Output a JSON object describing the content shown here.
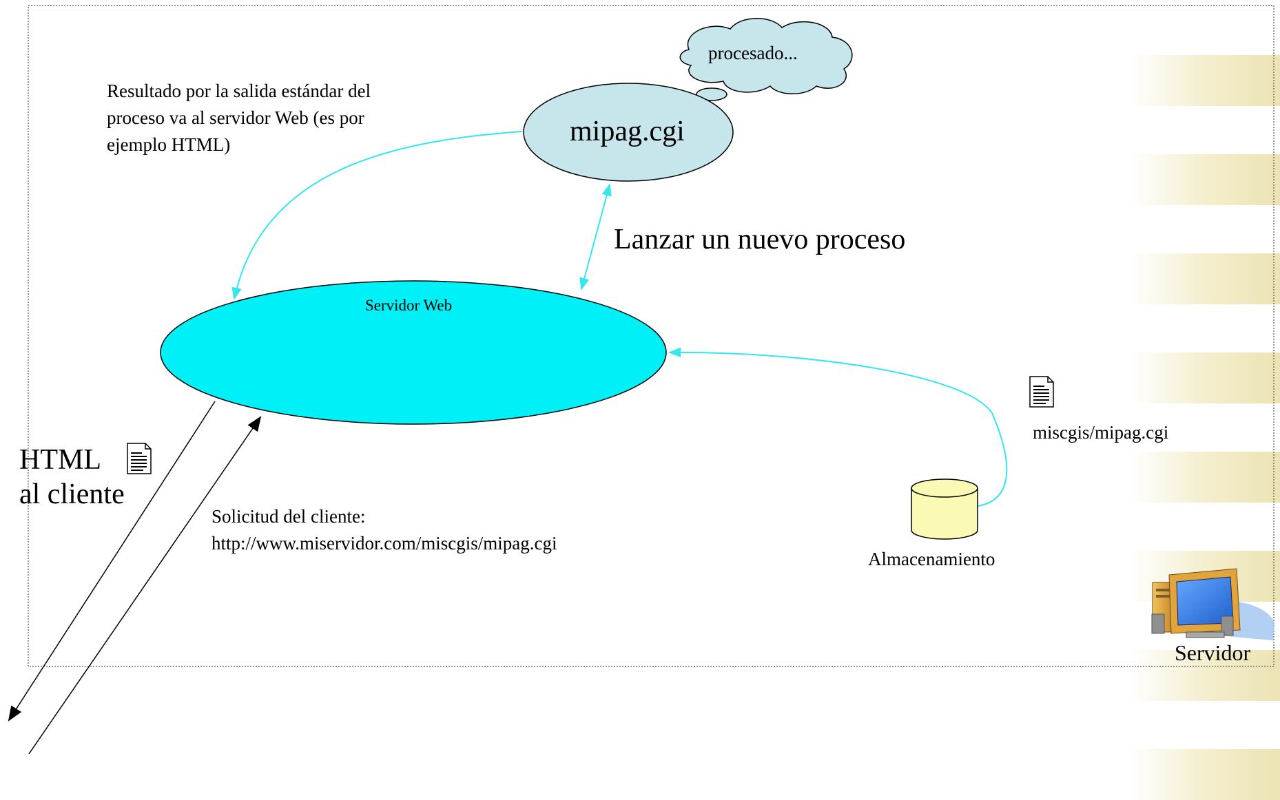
{
  "labels": {
    "thought": "procesado...",
    "cgi": "mipag.cgi",
    "output_note": "Resultado por la salida estándar del\nproceso va al servidor Web (es por\nejemplo HTML)",
    "launch": "Lanzar un nuevo proceso",
    "web_server": "Servidor Web",
    "html_client": "HTML\nal cliente",
    "request": "Solicitud del cliente:\nhttp://www.miservidor.com/miscgis/mipag.cgi",
    "file": "miscgis/mipag.cgi",
    "storage": "Almacenamiento",
    "server": "Servidor"
  },
  "colors": {
    "cyan": "#00f0f8",
    "arrow_cyan": "#33e6f0",
    "light_blue": "#c7e6ec",
    "storage_yellow": "#fafab4",
    "stripe": "#f3edca"
  },
  "icons": {
    "document": "document-icon",
    "computer": "desktop-computer-icon",
    "database": "database-cylinder-icon",
    "cloud": "thought-cloud-icon"
  }
}
